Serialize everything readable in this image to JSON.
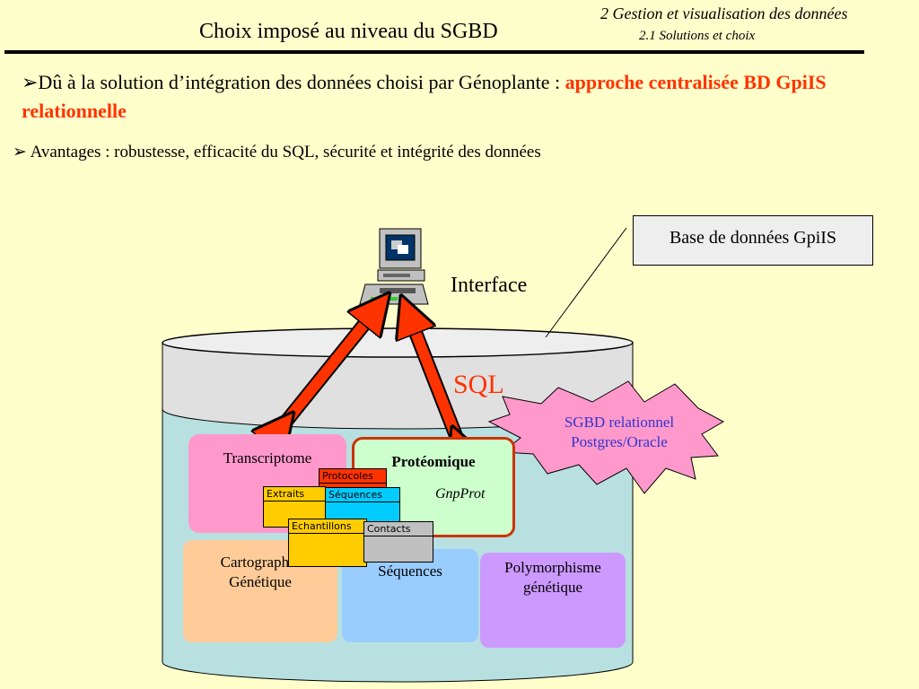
{
  "header": {
    "title": "Choix imposé au niveau du SGBD",
    "section_line1": "2 Gestion et visualisation des données",
    "section_line2": "2.1 Solutions et choix"
  },
  "bullets": {
    "b1_prefix": "➢Dû à la solution d’intégration des données choisi par Génoplante : ",
    "b1_highlight": "approche centralisée BD GpiIS relationnelle",
    "b2": "➢ Avantages : robustesse, efficacité du SQL, sécurité et intégrité des données"
  },
  "diagram": {
    "db_label": "Base de données GpiIS",
    "interface_label": "Interface",
    "sql_label": "SQL",
    "sgbd_line1": "SGBD relationnel",
    "sgbd_line2": "Postgres/Oracle",
    "modules": {
      "transcriptome": "Transcriptome",
      "proteomique": "Protéomique",
      "gnpprot": "GnpProt",
      "cartographie_line1": "Cartographie",
      "cartographie_line2": "Génétique",
      "sequences": "Séquences",
      "polymorphisme_line1": "Polymorphisme",
      "polymorphisme_line2": "génétique"
    },
    "tables": {
      "protocoles": "Protocoles",
      "extraits": "Extraits",
      "sequences": "Séquences",
      "echantillons": "Echantillons",
      "contacts": "Contacts"
    }
  },
  "colors": {
    "background": "#ffffcc",
    "accent_red": "#ff3300",
    "sgbd_text": "#3333cc",
    "star_fill": "#ff99cc"
  }
}
